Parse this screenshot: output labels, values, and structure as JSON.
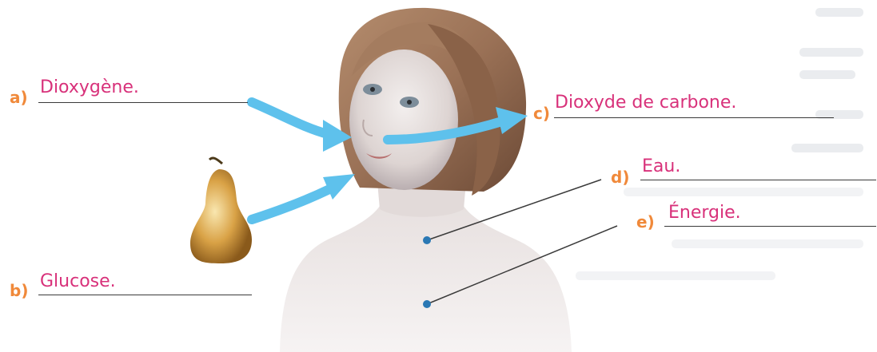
{
  "labels": [
    {
      "letter": "a)",
      "answer": "Dioxygène."
    },
    {
      "letter": "b)",
      "answer": "Glucose."
    },
    {
      "letter": "c)",
      "answer": "Dioxyde de carbone."
    },
    {
      "letter": "d)",
      "answer": "Eau."
    },
    {
      "letter": "e)",
      "answer": "Énergie."
    }
  ],
  "colors": {
    "letter": "#f0893a",
    "answer": "#d8317a",
    "arrow": "#5ec1ec",
    "pointer": "#2a78b4",
    "line": "#3a3a3a"
  },
  "icons": [
    "pear",
    "child-bust",
    "arrow",
    "pointer-dot"
  ]
}
